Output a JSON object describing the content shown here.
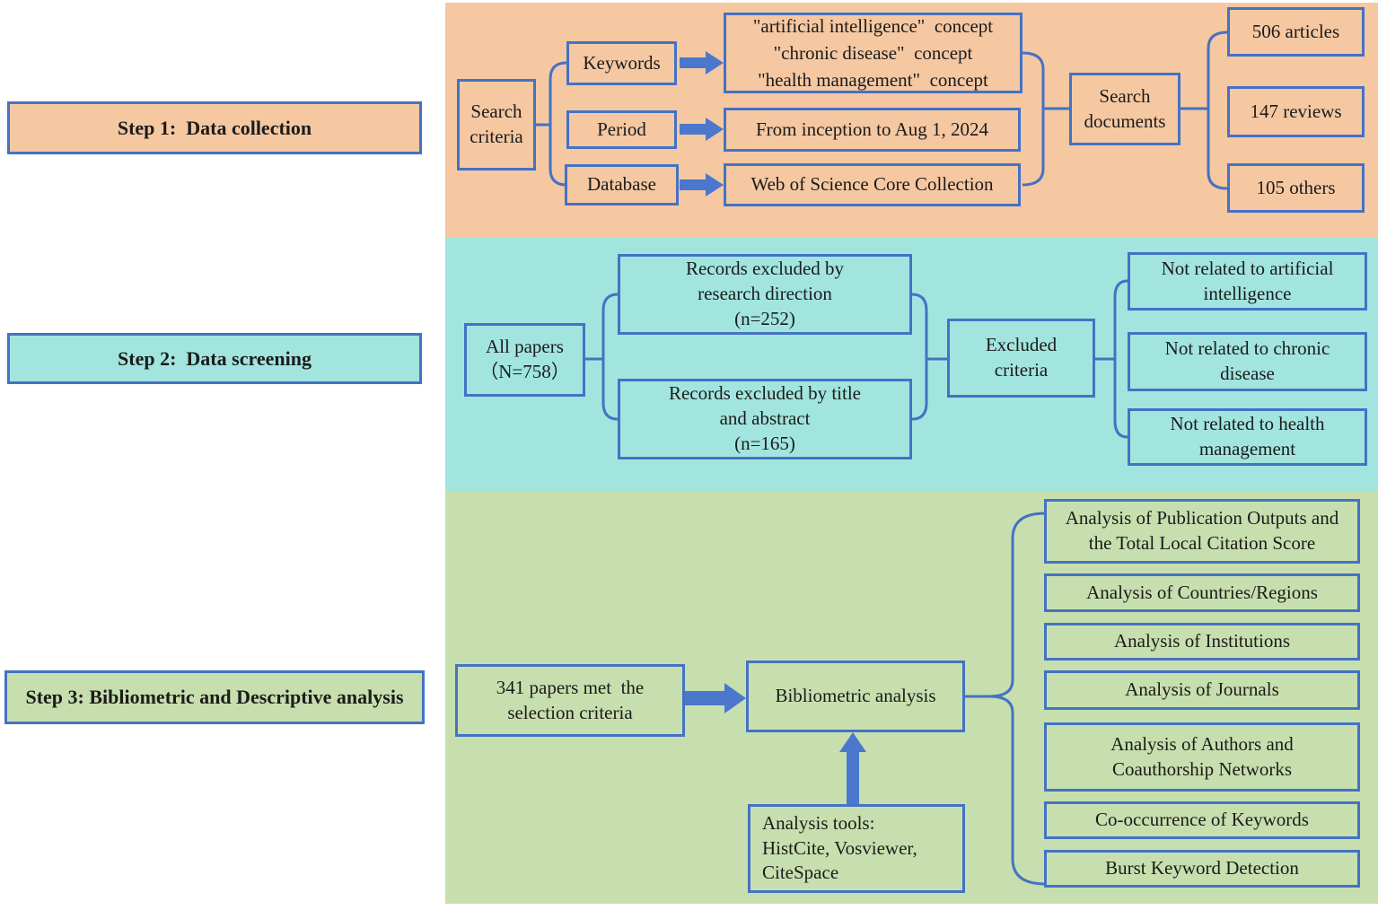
{
  "colors": {
    "step1_band": "#f5c8a2",
    "step2_band": "#a2e5df",
    "step3_band": "#c7dfae",
    "line_blue": "#4472c4",
    "arrow_blue": "#4b77cd",
    "text": "#1b1b1b"
  },
  "steps": {
    "step1_label": "Step 1:  Data collection",
    "step2_label": "Step 2:  Data screening",
    "step3_label": "Step 3: Bibliometric and Descriptive analysis"
  },
  "step1": {
    "search_criteria": "Search criteria",
    "keywords_label": "Keywords",
    "keywords_value": "\"artificial intelligence\"  concept\n\"chronic disease\"  concept\n\"health management\"  concept",
    "period_label": "Period",
    "period_value": "From inception to Aug 1, 2024",
    "database_label": "Database",
    "database_value": "Web of Science Core Collection",
    "search_documents": "Search documents",
    "result_articles": "506 articles",
    "result_reviews": "147 reviews",
    "result_others": "105 others"
  },
  "step2": {
    "all_papers": "All papers\n（N=758）",
    "excluded_direction": "Records excluded by\nresearch direction\n(n=252)",
    "excluded_title_abstract": "Records excluded by title\nand abstract\n(n=165)",
    "excluded_criteria": "Excluded\ncriteria",
    "reason_ai": "Not related to artificial\nintelligence",
    "reason_chronic": "Not related to chronic\ndisease",
    "reason_health": "Not related to health\nmanagement"
  },
  "step3": {
    "papers_met": "341 papers met  the\nselection criteria",
    "bibliometric": "Bibliometric analysis",
    "tools": "Analysis tools:\nHistCite, Vosviewer,\nCiteSpace",
    "analyses": [
      "Analysis of Publication Outputs and\nthe Total Local Citation Score",
      "Analysis of Countries/Regions",
      "Analysis of Institutions",
      "Analysis of Journals",
      "Analysis of Authors and\nCoauthorship Networks",
      "Co-occurrence of Keywords",
      "Burst Keyword Detection"
    ]
  }
}
